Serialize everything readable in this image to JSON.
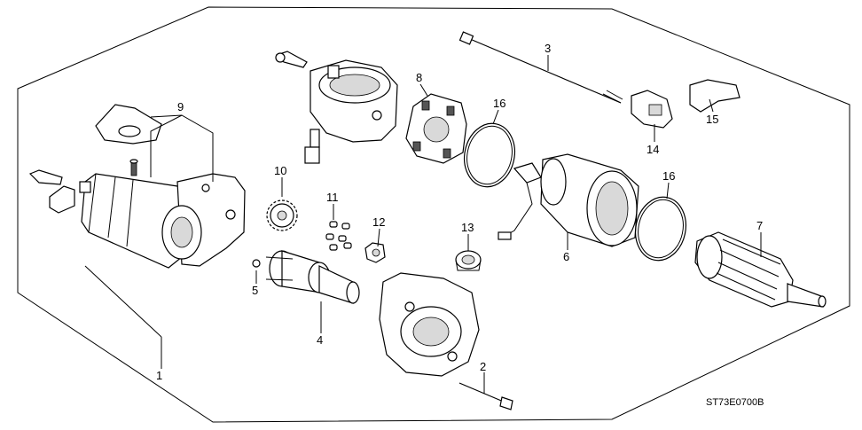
{
  "diagram": {
    "code": "ST73E0700B",
    "callouts": {
      "p1": "1",
      "p2": "2",
      "p3": "3",
      "p4": "4",
      "p5": "5",
      "p6": "6",
      "p7": "7",
      "p8": "8",
      "p9": "9",
      "p10": "10",
      "p11": "11",
      "p12": "12",
      "p13": "13",
      "p14": "14",
      "p15": "15",
      "p16a": "16",
      "p16b": "16"
    }
  }
}
